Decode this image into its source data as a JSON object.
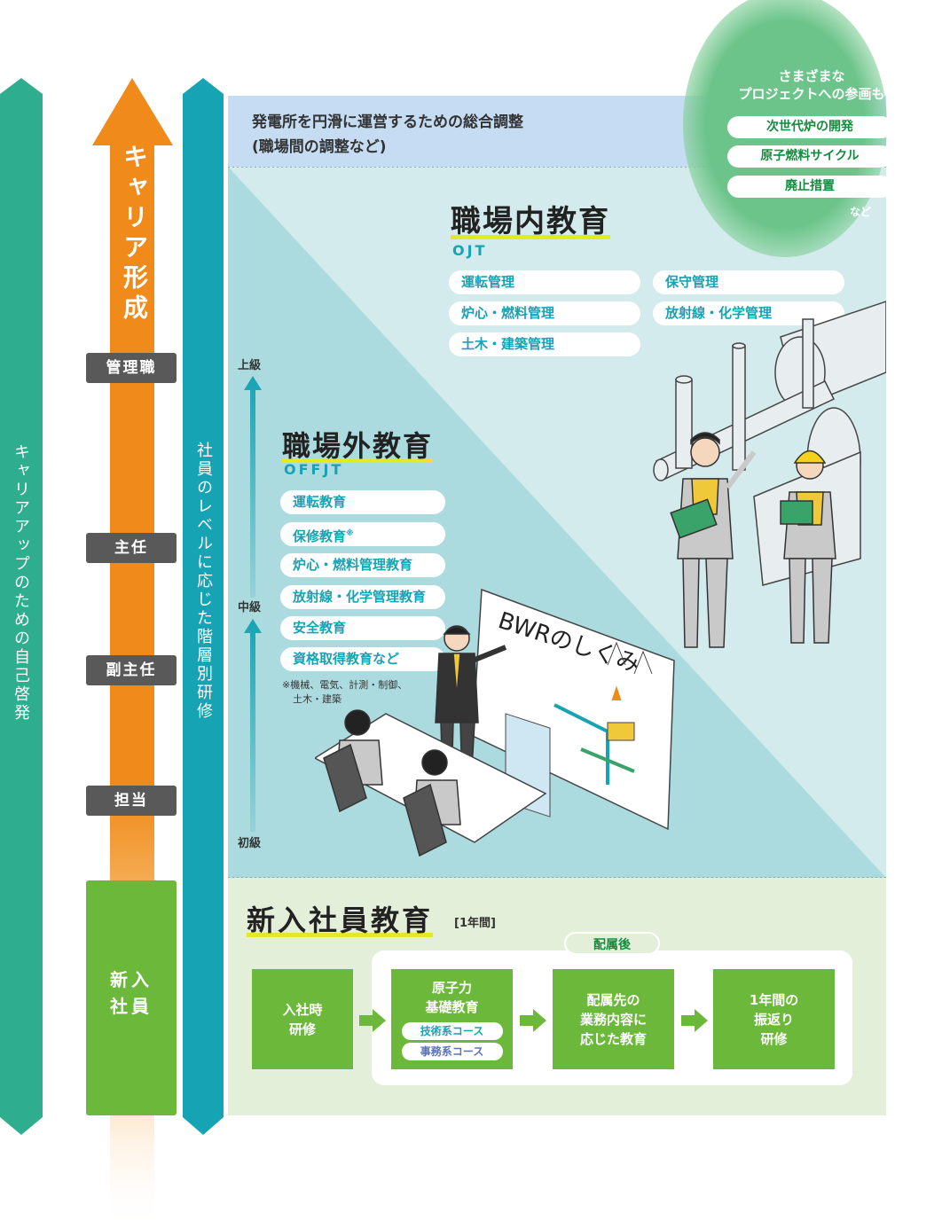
{
  "left": {
    "self_study": "キャリアアップのための自己啓発",
    "career": "キャリア形成",
    "level_training": "社員のレベルに応じた階層別研修",
    "ranks": [
      "管理職",
      "主任",
      "副主任",
      "担当"
    ],
    "new_employee": "新入社員"
  },
  "top": {
    "coordination_line1": "発電所を円滑に運営するための総合調整",
    "coordination_line2": "(職場間の調整など)"
  },
  "projects": {
    "heading_line1": "さまざまな",
    "heading_line2": "プロジェクトへの参画も",
    "items": [
      "次世代炉の開発",
      "原子燃料サイクル",
      "廃止措置"
    ],
    "etc": "など"
  },
  "ojt": {
    "title": "職場内教育",
    "subtitle": "OJT",
    "items": [
      "運転管理",
      "保守管理",
      "炉心・燃料管理",
      "放射線・化学管理",
      "土木・建築管理"
    ]
  },
  "offjt": {
    "title": "職場外教育",
    "subtitle": "OFFJT",
    "items": [
      "運転教育",
      "保修教育",
      "炉心・燃料管理教育",
      "放射線・化学管理教育",
      "安全教育",
      "資格取得教育など"
    ],
    "asterisk": "※",
    "note_line1": "※機械、電気、計測・制御、",
    "note_line2": "土木・建築"
  },
  "levels": {
    "top": "上級",
    "mid": "中級",
    "low": "初級"
  },
  "illustration": {
    "board_title": "BWRのしくみ"
  },
  "newcomer": {
    "title": "新入社員教育",
    "period": "[1年間]",
    "after_assignment": "配属後",
    "step1": "入社時\n研修",
    "step2_line1": "原子力",
    "step2_line2": "基礎教育",
    "course_tech": "技術系コース",
    "course_admin": "事務系コース",
    "step3_line1": "配属先の",
    "step3_line2": "業務内容に",
    "step3_line3": "応じた教育",
    "step4_line1": "1年間の",
    "step4_line2": "振返り",
    "step4_line3": "研修"
  },
  "colors": {
    "teal": "#2fae8f",
    "orange": "#ef8a1b",
    "cyan": "#16a3b3",
    "light_blue": "#c5dcf2",
    "green_box": "#6bb83a",
    "newcomer_bg": "#e4efd9",
    "rank_tag": "#595959"
  }
}
